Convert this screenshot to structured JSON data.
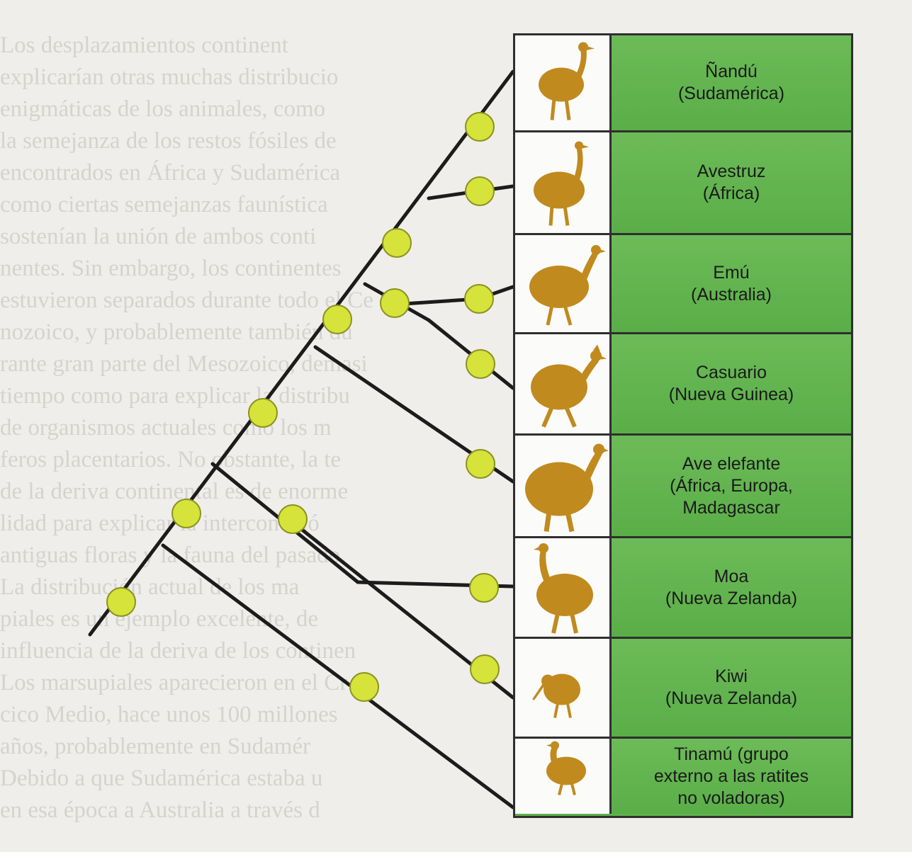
{
  "background_text": [
    "      Los desplazamientos continent",
    "explicarían otras muchas distribucio",
    "enigmáticas de los animales, como",
    "la semejanza de los restos fósiles de",
    "encontrados en África y Sudamérica",
    "como ciertas semejanzas faunística",
    "sostenían la unión de ambos conti",
    "nentes. Sin embargo, los continentes",
    "estuvieron separados durante todo el Ce",
    "nozoico, y probablemente también du",
    "rante gran parte del Mesozoico, demasi",
    "tiempo como para explicar la distribu",
    "de organismos actuales como los m",
    "feros placentarios. No obstante, la te",
    "de la deriva continental es de enorme",
    "lidad para explicar la interconexió",
    "antiguas floras y la fauna del pasado.",
    "      La distribución actual de los ma",
    "piales es un ejemplo excelente, de",
    "influencia de la deriva de los continen",
    "Los marsupiales aparecieron en el Cr",
    "cico Medio, hace unos 100 millones",
    "años, probablemente en Sudamér",
    "Debido a que Sudamérica estaba u",
    "en esa época a Australia a través d"
  ],
  "taxa": [
    {
      "id": "nandu",
      "label": "Ñandú\n(Sudamérica)",
      "icon": "rhea-icon"
    },
    {
      "id": "avestruz",
      "label": "Avestruz\n(África)",
      "icon": "ostrich-icon"
    },
    {
      "id": "emu",
      "label": "Emú\n(Australia)",
      "icon": "emu-icon"
    },
    {
      "id": "casuario",
      "label": "Casuario\n(Nueva Guinea)",
      "icon": "cassowary-icon"
    },
    {
      "id": "ave-elefante",
      "label": "Ave elefante\n(África, Europa,\nMadagascar",
      "icon": "elephant-bird-icon"
    },
    {
      "id": "moa",
      "label": "Moa\n(Nueva Zelanda)",
      "icon": "moa-icon"
    },
    {
      "id": "kiwi",
      "label": "Kiwi\n(Nueva Zelanda)",
      "icon": "kiwi-icon"
    },
    {
      "id": "tinamu",
      "label": "Tinamú (grupo\nexterno a las ratites\nno voladoras)",
      "icon": "tinamou-icon"
    }
  ],
  "colors": {
    "label_fill": "#5fb34c",
    "bird_color": "#c08a1e",
    "node_fill": "#d6e33a",
    "branch": "#1c1c1c",
    "grid_line": "#2f2f2f"
  }
}
